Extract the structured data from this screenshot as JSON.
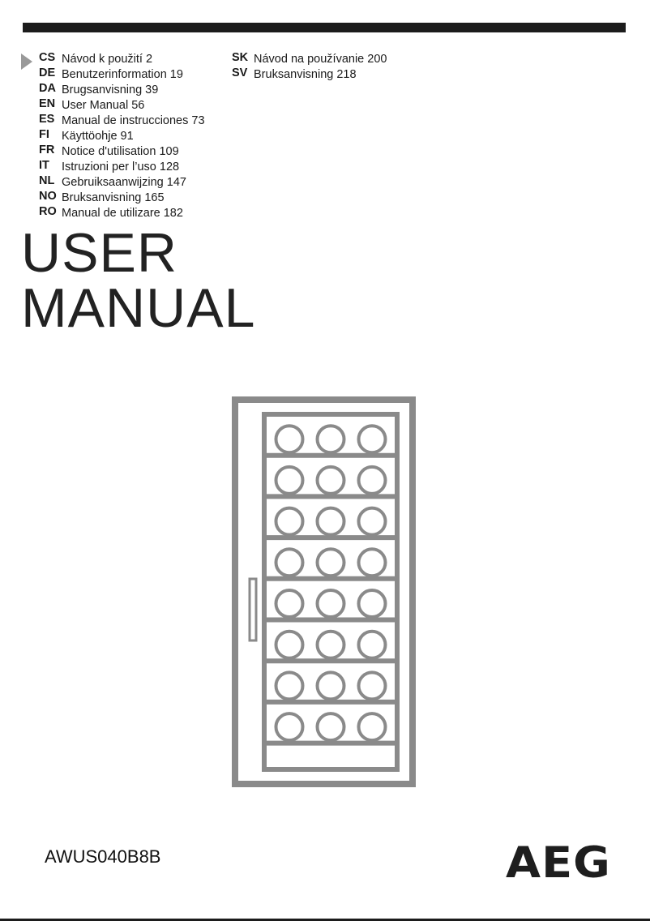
{
  "languages_col1": [
    {
      "code": "CS",
      "label": "Návod k použití 2"
    },
    {
      "code": "DE",
      "label": "Benutzerinformation 19"
    },
    {
      "code": "DA",
      "label": "Brugsanvisning 39"
    },
    {
      "code": "EN",
      "label": "User Manual 56"
    },
    {
      "code": "ES",
      "label": "Manual de instrucciones 73"
    },
    {
      "code": "FI",
      "label": "Käyttöohje 91"
    },
    {
      "code": "FR",
      "label": "Notice d'utilisation 109"
    },
    {
      "code": "IT",
      "label": "Istruzioni per l’uso 128"
    },
    {
      "code": "NL",
      "label": "Gebruiksaanwijzing 147"
    },
    {
      "code": "NO",
      "label": "Bruksanvisning 165"
    },
    {
      "code": "RO",
      "label": "Manual de utilizare 182"
    }
  ],
  "languages_col2": [
    {
      "code": "SK",
      "label": "Návod na používanie 200"
    },
    {
      "code": "SV",
      "label": "Bruksanvisning 218"
    }
  ],
  "title": {
    "line1": "USER",
    "line2": "MANUAL"
  },
  "model": "AWUS040B8B",
  "brand": "AEG",
  "colors": {
    "illustration": "#8a8a8a",
    "bar": "#1c1c1c"
  }
}
